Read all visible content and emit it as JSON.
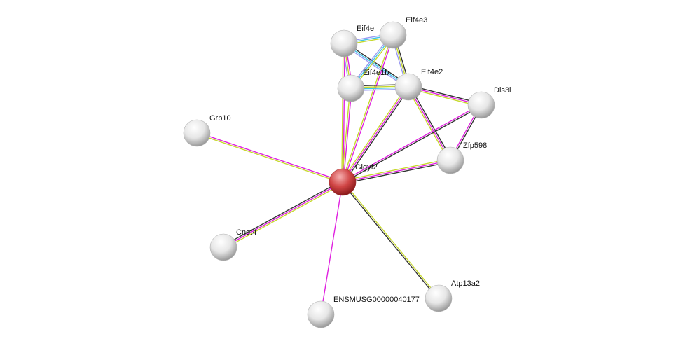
{
  "evidence_colors": {
    "experimental": "#e020e0",
    "database": "#3fc4e6",
    "coexpression": "#333333",
    "textmining": "#c6d82c",
    "homology": "#9a9af2"
  },
  "nodes": [
    {
      "id": "Eif4e",
      "label": "Eif4e",
      "color": "#e8e8e8",
      "query": false
    },
    {
      "id": "Eif4e3",
      "label": "Eif4e3",
      "color": "#e8e8e8",
      "query": false
    },
    {
      "id": "Eif4e1b",
      "label": "Eif4e1b",
      "color": "#e8e8e8",
      "query": false
    },
    {
      "id": "Eif4e2",
      "label": "Eif4e2",
      "color": "#e8e8e8",
      "query": false
    },
    {
      "id": "Dis3l",
      "label": "Dis3l",
      "color": "#e8e8e8",
      "query": false
    },
    {
      "id": "Zfp598",
      "label": "Zfp598",
      "color": "#e8e8e8",
      "query": false
    },
    {
      "id": "Gigyf2",
      "label": "Gigyf2",
      "color": "#d04545",
      "query": true
    },
    {
      "id": "Grb10",
      "label": "Grb10",
      "color": "#e8e8e8",
      "query": false
    },
    {
      "id": "Cnot4",
      "label": "Cnot4",
      "color": "#e8e8e8",
      "query": false
    },
    {
      "id": "ENSMUSG00000040177",
      "label": "ENSMUSG00000040177",
      "color": "#e8e8e8",
      "query": false
    },
    {
      "id": "Atp13a2",
      "label": "Atp13a2",
      "color": "#e8e8e8",
      "query": false
    }
  ],
  "edges": [
    {
      "source": "Eif4e",
      "target": "Eif4e3",
      "evidence": [
        "homology",
        "database",
        "textmining"
      ]
    },
    {
      "source": "Eif4e",
      "target": "Eif4e2",
      "evidence": [
        "coexpression",
        "database",
        "homology"
      ]
    },
    {
      "source": "Eif4e",
      "target": "Eif4e1b",
      "evidence": [
        "experimental",
        "textmining",
        "homology"
      ]
    },
    {
      "source": "Eif4e",
      "target": "Gigyf2",
      "evidence": [
        "experimental",
        "textmining"
      ]
    },
    {
      "source": "Eif4e3",
      "target": "Eif4e1b",
      "evidence": [
        "textmining",
        "database",
        "homology"
      ]
    },
    {
      "source": "Eif4e3",
      "target": "Eif4e2",
      "evidence": [
        "coexpression",
        "textmining",
        "homology"
      ]
    },
    {
      "source": "Eif4e3",
      "target": "Gigyf2",
      "evidence": [
        "experimental",
        "textmining"
      ]
    },
    {
      "source": "Eif4e1b",
      "target": "Eif4e2",
      "evidence": [
        "coexpression",
        "textmining",
        "database",
        "homology"
      ]
    },
    {
      "source": "Eif4e1b",
      "target": "Gigyf2",
      "evidence": [
        "experimental",
        "textmining"
      ]
    },
    {
      "source": "Eif4e2",
      "target": "Gigyf2",
      "evidence": [
        "coexpression",
        "experimental",
        "textmining"
      ]
    },
    {
      "source": "Eif4e2",
      "target": "Dis3l",
      "evidence": [
        "coexpression",
        "experimental",
        "textmining"
      ]
    },
    {
      "source": "Eif4e2",
      "target": "Zfp598",
      "evidence": [
        "coexpression",
        "experimental",
        "textmining"
      ]
    },
    {
      "source": "Dis3l",
      "target": "Zfp598",
      "evidence": [
        "coexpression",
        "experimental"
      ]
    },
    {
      "source": "Dis3l",
      "target": "Gigyf2",
      "evidence": [
        "coexpression",
        "experimental"
      ]
    },
    {
      "source": "Zfp598",
      "target": "Gigyf2",
      "evidence": [
        "coexpression",
        "experimental",
        "textmining"
      ]
    },
    {
      "source": "Grb10",
      "target": "Gigyf2",
      "evidence": [
        "experimental",
        "textmining"
      ]
    },
    {
      "source": "Cnot4",
      "target": "Gigyf2",
      "evidence": [
        "coexpression",
        "experimental",
        "textmining"
      ]
    },
    {
      "source": "ENSMUSG00000040177",
      "target": "Gigyf2",
      "evidence": [
        "experimental"
      ]
    },
    {
      "source": "Atp13a2",
      "target": "Gigyf2",
      "evidence": [
        "coexpression",
        "textmining"
      ]
    }
  ]
}
